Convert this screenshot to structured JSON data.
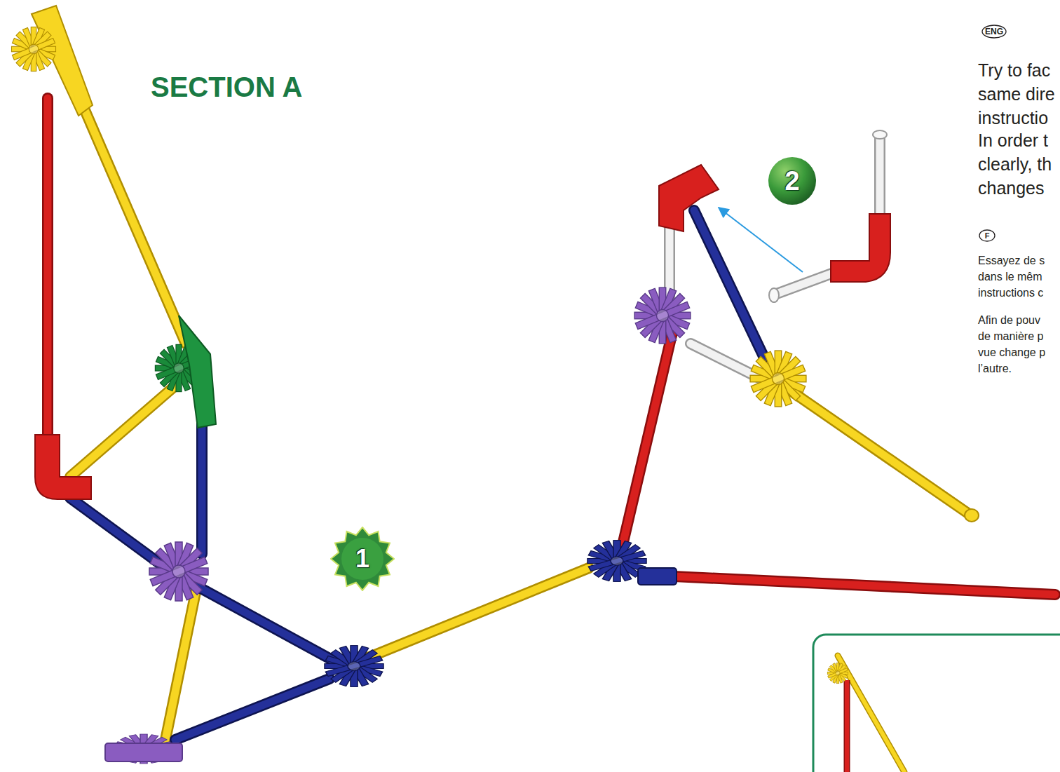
{
  "diagram": {
    "title": "SECTION A",
    "nodes": [
      {
        "text": [
          "ENG"
        ]
      },
      {
        "text": [
          "2"
        ]
      },
      {
        "text": [
          "F"
        ]
      },
      {
        "text": [
          "1"
        ]
      }
    ],
    "labels": [
      "Try to fac",
      "same dire",
      "instructio",
      "In order t",
      "clearly, th",
      "changes",
      "Essayez de s",
      "dans le mêm",
      "instructions c",
      "Afin de pouv",
      "de manière p",
      "vue change p",
      "l’autre."
    ]
  }
}
